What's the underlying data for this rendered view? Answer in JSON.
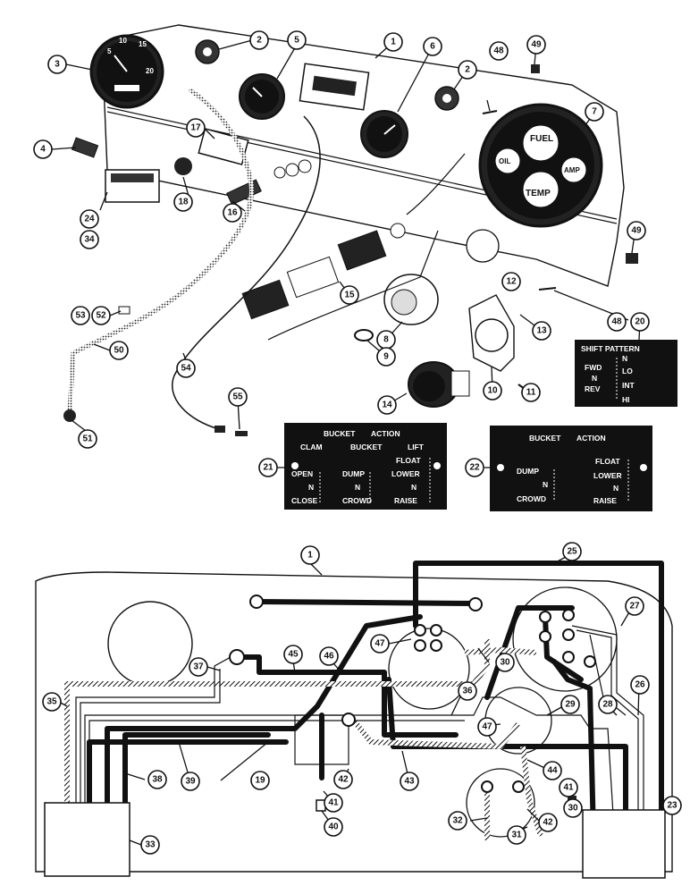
{
  "callouts": {
    "c1": "1",
    "c2a": "2",
    "c2b": "2",
    "c3": "3",
    "c4": "4",
    "c5": "5",
    "c6": "6",
    "c7": "7",
    "c8": "8",
    "c9": "9",
    "c10": "10",
    "c11": "11",
    "c12": "12",
    "c13": "13",
    "c14": "14",
    "c15": "15",
    "c16": "16",
    "c17": "17",
    "c18": "18",
    "c20": "20",
    "c21": "21",
    "c22": "22",
    "c24": "24",
    "c34": "34",
    "c48a": "48",
    "c48b": "48",
    "c49a": "49",
    "c49b": "49",
    "c50": "50",
    "c51": "51",
    "c52": "52",
    "c53": "53",
    "c54": "54",
    "c55": "55",
    "w1": "1",
    "w19": "19",
    "w23": "23",
    "w25": "25",
    "w26": "26",
    "w27": "27",
    "w28": "28",
    "w29": "29",
    "w30a": "30",
    "w30b": "30",
    "w31": "31",
    "w32": "32",
    "w33": "33",
    "w35": "35",
    "w36": "36",
    "w37": "37",
    "w38": "38",
    "w39": "39",
    "w40": "40",
    "w41a": "41",
    "w41b": "41",
    "w42a": "42",
    "w42b": "42",
    "w43": "43",
    "w44": "44",
    "w45": "45",
    "w46": "46",
    "w47a": "47",
    "w47b": "47"
  },
  "speedo": {
    "n5": "5",
    "n10": "10",
    "n15": "15",
    "n20": "20"
  },
  "cluster": {
    "fuel": "FUEL",
    "oil": "OIL",
    "amp": "AMP",
    "temp": "TEMP"
  },
  "shift_plate": {
    "title": "SHIFT PATTERN",
    "fwd": "FWD",
    "n_left": "N",
    "rev": "REV",
    "n_right": "N",
    "lo": "LO",
    "int": "INT",
    "hi": "HI"
  },
  "plate21": {
    "header_left": "BUCKET",
    "header_right": "ACTION",
    "col1": "CLAM",
    "col2": "BUCKET",
    "col3": "LIFT",
    "open": "OPEN",
    "n1": "N",
    "close": "CLOSE",
    "dump": "DUMP",
    "n2": "N",
    "crowd": "CROWD",
    "float": "FLOAT",
    "lower": "LOWER",
    "n3": "N",
    "raise": "RAISE"
  },
  "plate22": {
    "header_left": "BUCKET",
    "header_right": "ACTION",
    "dump": "DUMP",
    "n1": "N",
    "crowd": "CROWD",
    "float": "FLOAT",
    "lower": "LOWER",
    "n2": "N",
    "raise": "RAISE"
  }
}
